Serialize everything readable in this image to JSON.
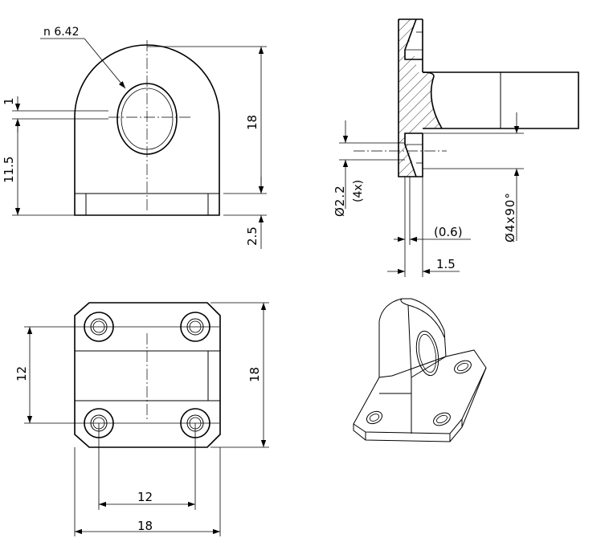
{
  "drawing": {
    "front_view": {
      "hole_note": "n 6.42",
      "dim_top_ring": "1",
      "dim_height_center": "11.5",
      "dim_total_height": "18",
      "dim_base": "2.5"
    },
    "section_view": {
      "dim_hole": "Ø2.2",
      "dim_hole_qty": "(4x)",
      "dim_countersink": "Ø4x90°",
      "dim_depth": "(0.6)",
      "dim_thickness": "1.5"
    },
    "top_view": {
      "dim_hole_spacing_vertical": "12",
      "dim_overall_vertical": "18",
      "dim_hole_spacing_horizontal": "12",
      "dim_overall_horizontal": "18"
    }
  }
}
